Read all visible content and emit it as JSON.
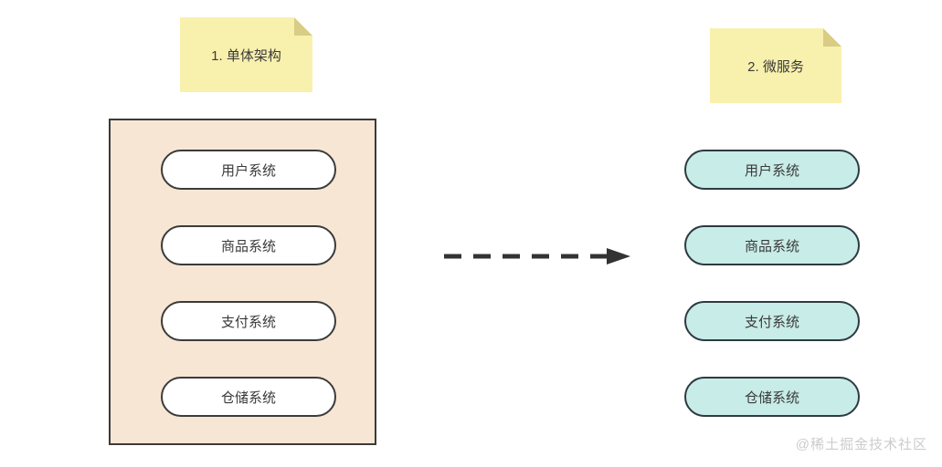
{
  "diagram": {
    "monolith": {
      "note_label": "1. 单体架构",
      "modules": [
        "用户系统",
        "商品系统",
        "支付系统",
        "仓储系统"
      ]
    },
    "microservices": {
      "note_label": "2. 微服务",
      "services": [
        "用户系统",
        "商品系统",
        "支付系统",
        "仓储系统"
      ]
    },
    "watermark": "@稀土掘金技术社区"
  },
  "colors": {
    "note_fill": "#f8f0ad",
    "note_fold": "#d9cc84",
    "monolith_fill": "#f6e6d3",
    "monolith_border": "#3b3b3b",
    "module_fill": "#ffffff",
    "service_fill": "#c8ece7",
    "service_border": "#2d3a42",
    "arrow": "#333333",
    "text": "#3a3a3a",
    "watermark": "#cccccc"
  }
}
